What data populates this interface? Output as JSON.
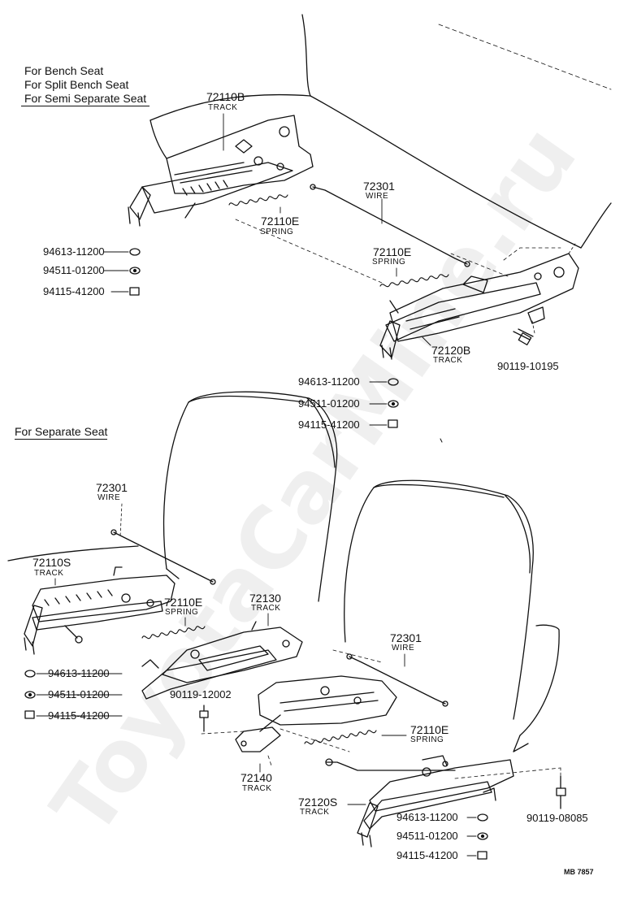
{
  "diagram": {
    "upper_header": [
      "For Bench Seat",
      "For Split Bench Seat",
      "For Semi Separate Seat"
    ],
    "lower_header": "For Separate Seat",
    "watermark": "ToyotaCarMine.ru",
    "drawing_code": "MB 7857",
    "labels": {
      "track_72110B": {
        "num": "72110B",
        "sub": "TRACK"
      },
      "wire_72301_top": {
        "num": "72301",
        "sub": "WIRE"
      },
      "spring_72110E_a": {
        "num": "72110E",
        "sub": "SPRING"
      },
      "spring_72110E_b": {
        "num": "72110E",
        "sub": "SPRING"
      },
      "track_72120B": {
        "num": "72120B",
        "sub": "TRACK"
      },
      "bolt_90119_10195": "90119-10195",
      "wire_72301_left": {
        "num": "72301",
        "sub": "WIRE"
      },
      "track_72110S": {
        "num": "72110S",
        "sub": "TRACK"
      },
      "spring_72110E_c": {
        "num": "72110E",
        "sub": "SPRING"
      },
      "track_72130": {
        "num": "72130",
        "sub": "TRACK"
      },
      "wire_72301_right": {
        "num": "72301",
        "sub": "WIRE"
      },
      "bolt_90119_12002": "90119-12002",
      "spring_72110E_d": {
        "num": "72110E",
        "sub": "SPRING"
      },
      "track_72140": {
        "num": "72140",
        "sub": "TRACK"
      },
      "track_72120S": {
        "num": "72120S",
        "sub": "TRACK"
      },
      "bolt_90119_08085": "90119-08085"
    },
    "hardware_groups": [
      [
        "94613-11200",
        "94511-01200",
        "94115-41200"
      ],
      [
        "94613-11200",
        "94511-01200",
        "94115-41200"
      ],
      [
        "94613-11200",
        "94511-01200",
        "94115-41200"
      ],
      [
        "94613-11200",
        "94511-01200",
        "94115-41200"
      ]
    ]
  }
}
